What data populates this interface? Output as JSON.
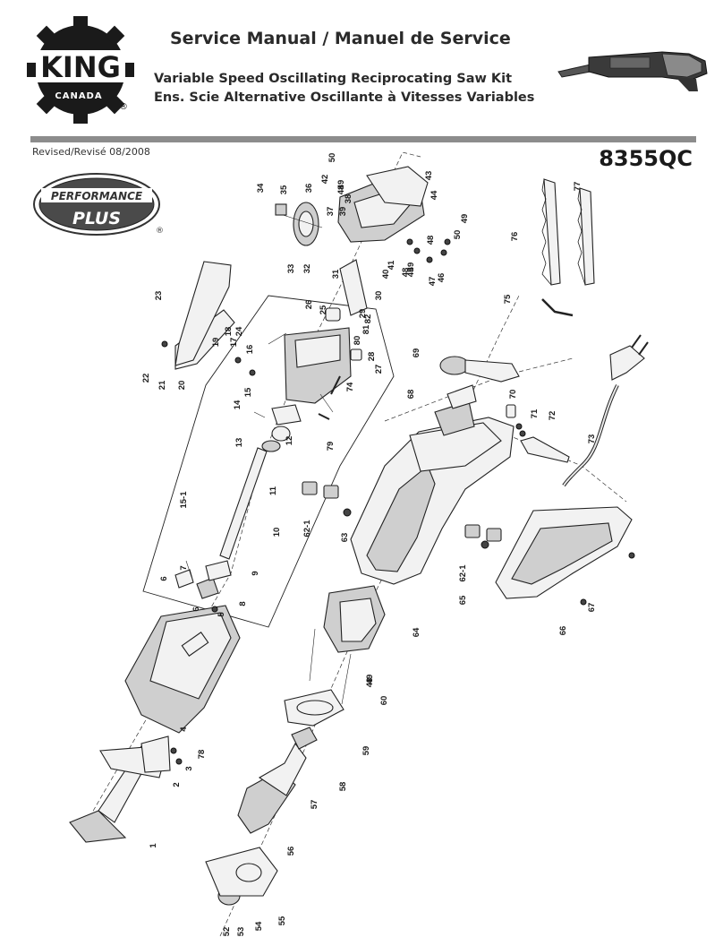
{
  "brand": {
    "logo_top": "KING",
    "logo_bottom": "CANADA",
    "registered": "®"
  },
  "header": {
    "title": "Service Manual / Manuel de Service",
    "subtitle_en": "Variable Speed Oscillating Reciprocating Saw Kit",
    "subtitle_fr": "Ens. Scie Alternative Oscillante à Vitesses Variables"
  },
  "revised": "Revised/Revisé 08/2008",
  "model": "8355QC",
  "badge": {
    "line1": "PERFORMANCE",
    "line2": "PLUS",
    "registered": "®"
  },
  "callouts": [
    {
      "label": "1"
    },
    {
      "label": "2"
    },
    {
      "label": "3"
    },
    {
      "label": "4"
    },
    {
      "label": "5"
    },
    {
      "label": "6"
    },
    {
      "label": "6"
    },
    {
      "label": "7"
    },
    {
      "label": "8"
    },
    {
      "label": "9"
    },
    {
      "label": "10"
    },
    {
      "label": "11"
    },
    {
      "label": "12"
    },
    {
      "label": "13"
    },
    {
      "label": "14"
    },
    {
      "label": "15"
    },
    {
      "label": "15-1"
    },
    {
      "label": "16"
    },
    {
      "label": "17"
    },
    {
      "label": "18"
    },
    {
      "label": "19"
    },
    {
      "label": "20"
    },
    {
      "label": "21"
    },
    {
      "label": "22"
    },
    {
      "label": "23"
    },
    {
      "label": "24"
    },
    {
      "label": "25"
    },
    {
      "label": "26"
    },
    {
      "label": "27"
    },
    {
      "label": "28"
    },
    {
      "label": "29"
    },
    {
      "label": "30"
    },
    {
      "label": "31"
    },
    {
      "label": "32"
    },
    {
      "label": "33"
    },
    {
      "label": "34"
    },
    {
      "label": "35"
    },
    {
      "label": "36"
    },
    {
      "label": "37"
    },
    {
      "label": "38"
    },
    {
      "label": "39"
    },
    {
      "label": "40"
    },
    {
      "label": "41"
    },
    {
      "label": "42"
    },
    {
      "label": "43"
    },
    {
      "label": "44"
    },
    {
      "label": "45"
    },
    {
      "label": "46"
    },
    {
      "label": "47"
    },
    {
      "label": "48"
    },
    {
      "label": "48"
    },
    {
      "label": "48"
    },
    {
      "label": "48"
    },
    {
      "label": "49"
    },
    {
      "label": "49"
    },
    {
      "label": "49"
    },
    {
      "label": "49"
    },
    {
      "label": "50"
    },
    {
      "label": "50"
    },
    {
      "label": "52"
    },
    {
      "label": "53"
    },
    {
      "label": "54"
    },
    {
      "label": "55"
    },
    {
      "label": "56"
    },
    {
      "label": "57"
    },
    {
      "label": "58"
    },
    {
      "label": "59"
    },
    {
      "label": "60"
    },
    {
      "label": "62-1"
    },
    {
      "label": "62-1"
    },
    {
      "label": "63"
    },
    {
      "label": "64"
    },
    {
      "label": "65"
    },
    {
      "label": "66"
    },
    {
      "label": "67"
    },
    {
      "label": "68"
    },
    {
      "label": "69"
    },
    {
      "label": "70"
    },
    {
      "label": "71"
    },
    {
      "label": "72"
    },
    {
      "label": "73"
    },
    {
      "label": "74"
    },
    {
      "label": "75"
    },
    {
      "label": "76"
    },
    {
      "label": "77"
    },
    {
      "label": "78"
    },
    {
      "label": "79"
    },
    {
      "label": "80"
    },
    {
      "label": "81"
    },
    {
      "label": "82"
    }
  ]
}
